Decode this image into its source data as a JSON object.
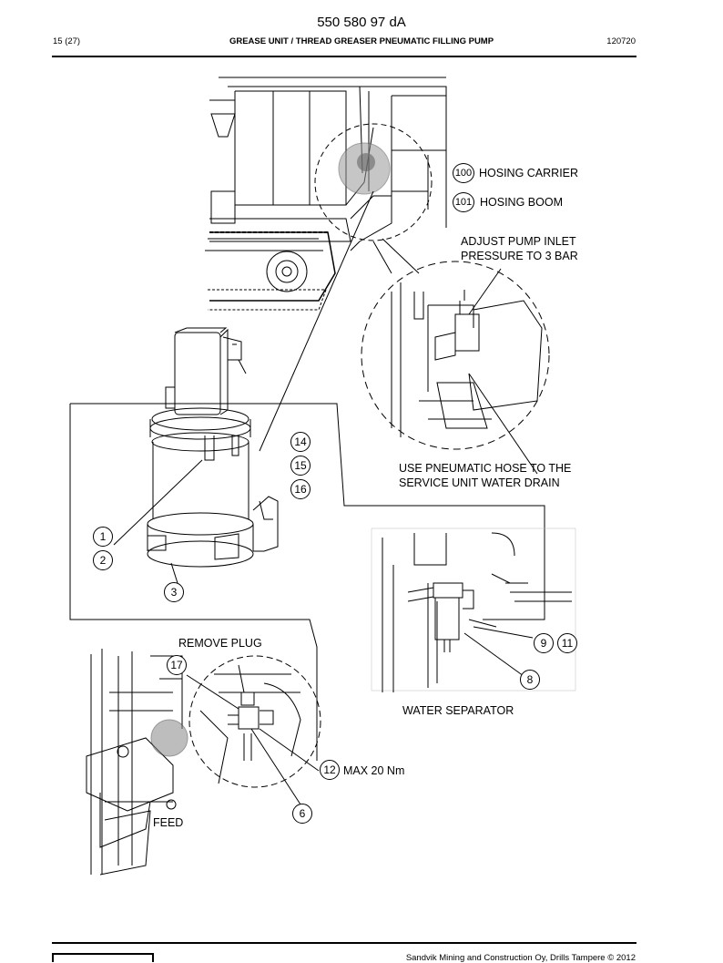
{
  "header": {
    "doc_number": "550 580 97 dA",
    "page": "15 (27)",
    "title": "GREASE UNIT / THREAD GREASER PNEUMATIC FILLING PUMP",
    "date": "120720"
  },
  "labels": {
    "hosing_carrier": "HOSING CARRIER",
    "hosing_boom": "HOSING BOOM",
    "adjust_pump_line1": "ADJUST PUMP INLET",
    "adjust_pump_line2": "PRESSURE TO 3 BAR",
    "pneumatic_hose_line1": "USE PNEUMATIC HOSE TO THE",
    "pneumatic_hose_line2": "SERVICE UNIT WATER DRAIN",
    "remove_plug": "REMOVE PLUG",
    "water_separator": "WATER SEPARATOR",
    "max_torque": "MAX 20 Nm",
    "feed": "FEED"
  },
  "callouts": {
    "c100": "100",
    "c101": "101",
    "c14": "14",
    "c15": "15",
    "c16": "16",
    "c1": "1",
    "c2": "2",
    "c3": "3",
    "c9": "9",
    "c11": "11",
    "c8": "8",
    "c17": "17",
    "c12": "12",
    "c6": "6"
  },
  "footer": {
    "copyright": "Sandvik Mining and Construction Oy, Drills Tampere © 2012"
  }
}
